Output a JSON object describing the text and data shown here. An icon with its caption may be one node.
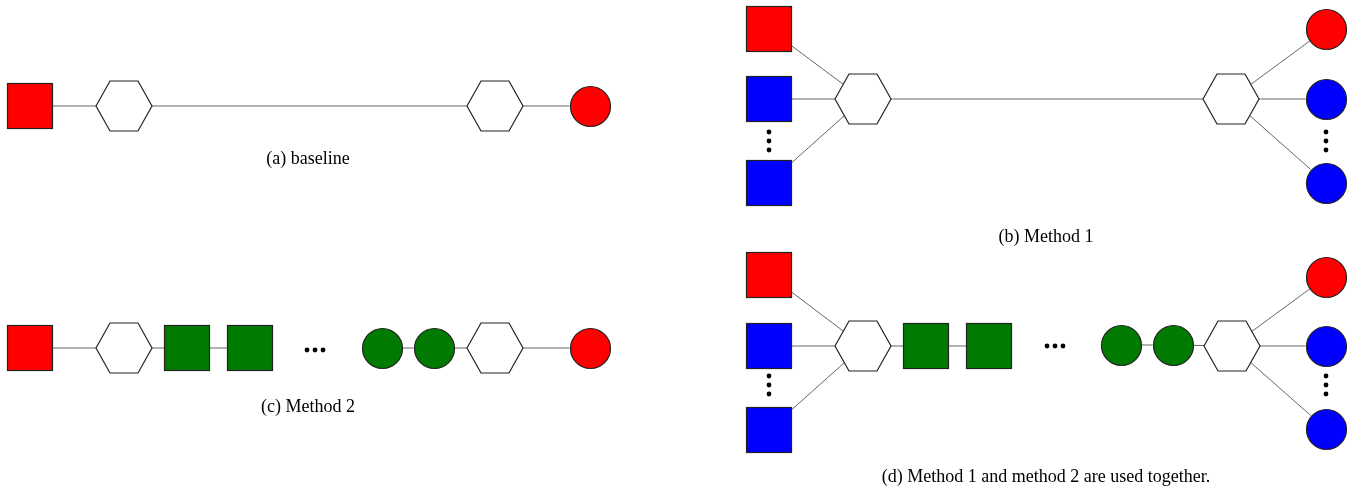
{
  "diagram": {
    "nodes": [
      {
        "text": [],
        "shape": "box"
      },
      {
        "text": [],
        "shape": "hexagon"
      },
      {
        "text": [],
        "shape": "hexagon"
      },
      {
        "text": [],
        "shape": "circle"
      },
      {
        "text": [],
        "shape": "box"
      },
      {
        "text": [],
        "shape": "box"
      },
      {
        "text": [],
        "shape": "box"
      },
      {
        "text": [],
        "shape": "hexagon"
      },
      {
        "text": [],
        "shape": "hexagon"
      },
      {
        "text": [],
        "shape": "circle"
      },
      {
        "text": [],
        "shape": "circle"
      },
      {
        "text": [],
        "shape": "circle"
      },
      {
        "text": [],
        "shape": "box"
      },
      {
        "text": [],
        "shape": "hexagon"
      },
      {
        "text": [],
        "shape": "box"
      },
      {
        "text": [],
        "shape": "box"
      },
      {
        "text": [],
        "shape": "circle"
      },
      {
        "text": [],
        "shape": "circle"
      },
      {
        "text": [],
        "shape": "hexagon"
      },
      {
        "text": [],
        "shape": "circle"
      },
      {
        "text": [],
        "shape": "box"
      },
      {
        "text": [],
        "shape": "box"
      },
      {
        "text": [],
        "shape": "box"
      },
      {
        "text": [],
        "shape": "hexagon"
      },
      {
        "text": [],
        "shape": "box"
      },
      {
        "text": [],
        "shape": "box"
      },
      {
        "text": [],
        "shape": "circle"
      },
      {
        "text": [],
        "shape": "circle"
      },
      {
        "text": [],
        "shape": "hexagon"
      },
      {
        "text": [],
        "shape": "circle"
      },
      {
        "text": [],
        "shape": "circle"
      },
      {
        "text": [],
        "shape": "circle"
      }
    ],
    "edges": [
      {
        "from": 0,
        "to": 1,
        "arrow": "none"
      },
      {
        "from": 1,
        "to": 2,
        "arrow": "none"
      },
      {
        "from": 2,
        "to": 3,
        "arrow": "none"
      },
      {
        "from": 4,
        "to": 7,
        "arrow": "none"
      },
      {
        "from": 5,
        "to": 7,
        "arrow": "none"
      },
      {
        "from": 6,
        "to": 7,
        "arrow": "none"
      },
      {
        "from": 7,
        "to": 8,
        "arrow": "none"
      },
      {
        "from": 8,
        "to": 9,
        "arrow": "none"
      },
      {
        "from": 8,
        "to": 10,
        "arrow": "none"
      },
      {
        "from": 8,
        "to": 11,
        "arrow": "none"
      },
      {
        "from": 12,
        "to": 13,
        "arrow": "none"
      },
      {
        "from": 13,
        "to": 14,
        "arrow": "none"
      },
      {
        "from": 14,
        "to": 15,
        "arrow": "none"
      },
      {
        "from": 16,
        "to": 17,
        "arrow": "none"
      },
      {
        "from": 17,
        "to": 18,
        "arrow": "none"
      },
      {
        "from": 18,
        "to": 19,
        "arrow": "none"
      },
      {
        "from": 20,
        "to": 23,
        "arrow": "none"
      },
      {
        "from": 21,
        "to": 23,
        "arrow": "none"
      },
      {
        "from": 22,
        "to": 23,
        "arrow": "none"
      },
      {
        "from": 23,
        "to": 24,
        "arrow": "none"
      },
      {
        "from": 24,
        "to": 25,
        "arrow": "none"
      },
      {
        "from": 26,
        "to": 27,
        "arrow": "none"
      },
      {
        "from": 27,
        "to": 28,
        "arrow": "none"
      },
      {
        "from": 28,
        "to": 29,
        "arrow": "none"
      },
      {
        "from": 28,
        "to": 30,
        "arrow": "none"
      },
      {
        "from": 28,
        "to": 31,
        "arrow": "none"
      }
    ],
    "labels": [
      "(a) baseline",
      "(b) Method 1",
      "(c) Method 2",
      "(d) Method 1 and method 2 are used together."
    ]
  }
}
